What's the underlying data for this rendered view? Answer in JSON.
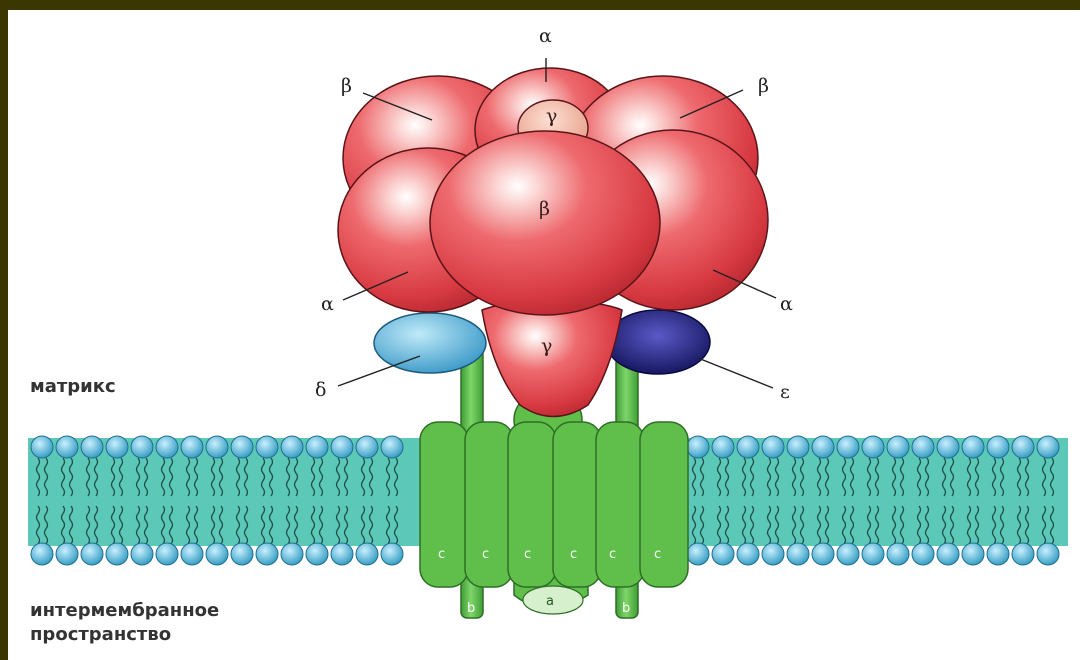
{
  "regions": {
    "matrix": "матрикс",
    "intermembrane_line1": "интермембранное",
    "intermembrane_line2": "пространство"
  },
  "labels": {
    "alpha": "α",
    "beta": "β",
    "gamma": "γ",
    "delta": "δ",
    "epsilon": "ε",
    "c": "c",
    "a": "a",
    "b": "b"
  },
  "colors": {
    "background_border": "#3a3800",
    "red_subunit": "#e8474f",
    "pink_subunit": "#f0a890",
    "delta_subunit": "#52b0d8",
    "epsilon_subunit": "#1c1c78",
    "stalk_green": "#5fbf4a",
    "membrane_teal": "#58c8b8",
    "lipid_head": "#48b8d8"
  }
}
